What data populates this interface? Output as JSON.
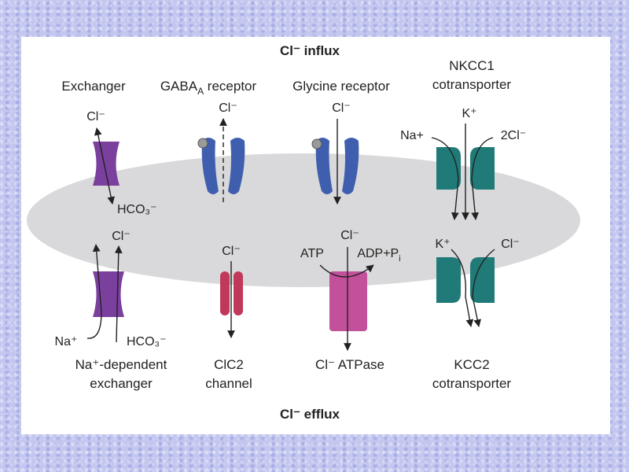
{
  "headings": {
    "influx": "Cl⁻ influx",
    "efflux": "Cl⁻ efflux"
  },
  "transporters": {
    "exchanger": {
      "name": "Exchanger",
      "ion_top": "Cl⁻",
      "ion_bottom": "HCO₃⁻"
    },
    "gaba": {
      "name_main": "GABA",
      "name_sub": "A",
      "name_tail": " receptor",
      "ion": "Cl⁻"
    },
    "glycine": {
      "name": "Glycine receptor",
      "ion": "Cl⁻"
    },
    "nkcc1": {
      "name_line1": "NKCC1",
      "name_line2": "cotransporter",
      "ion_k": "K⁺",
      "ion_na": "Na+",
      "ion_cl": "2Cl⁻"
    },
    "na_exchanger": {
      "name_line1": "Na⁺-dependent",
      "name_line2": "exchanger",
      "ion_cl": "Cl⁻",
      "ion_na": "Na⁺",
      "ion_hco3": "HCO₃⁻"
    },
    "clc2": {
      "name_line1": "ClC2",
      "name_line2": "channel",
      "ion": "Cl⁻"
    },
    "atpase": {
      "name": "Cl⁻ ATPase",
      "ion": "Cl⁻",
      "atp": "ATP",
      "adp_main": "ADP+P",
      "adp_sub": "i"
    },
    "kcc2": {
      "name_line1": "KCC2",
      "name_line2": "cotransporter",
      "ion_k": "K⁺",
      "ion_cl": "Cl⁻"
    }
  },
  "colors": {
    "membrane": "#d9d9db",
    "exchanger": "#7b3f9e",
    "receptor": "#3f5fae",
    "nkcc": "#1f7a78",
    "clc2": "#c0395a",
    "atpase": "#c2509a"
  }
}
